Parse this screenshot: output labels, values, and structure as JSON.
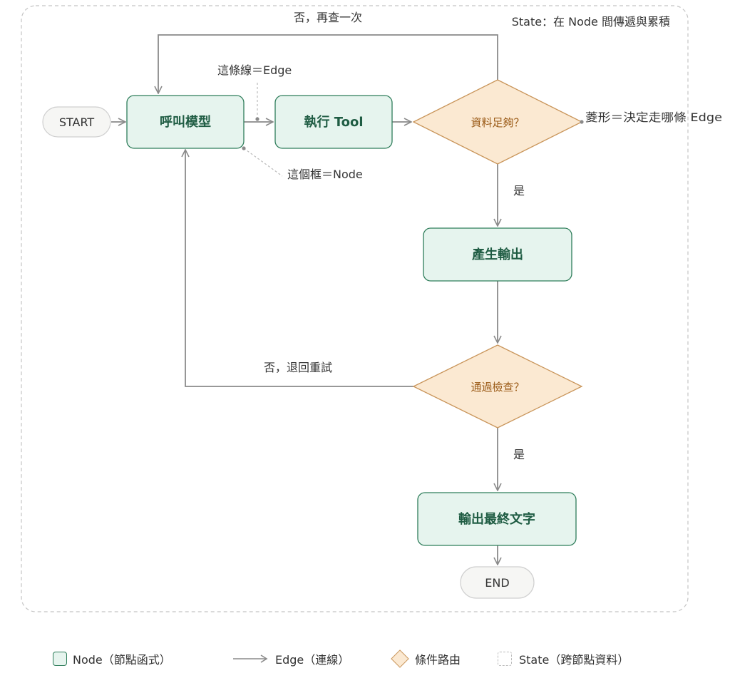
{
  "state_label": "State：在 Node 間傳遞與累積",
  "start": "START",
  "end": "END",
  "nodes": {
    "call_model": "呼叫模型",
    "run_tool": "執行 Tool",
    "produce_output": "產生輸出",
    "final_output": "輸出最終文字"
  },
  "decisions": {
    "enough_data": "資料足夠？",
    "pass_check": "通過檢查？"
  },
  "edge_labels": {
    "loop_again": "否，再查一次",
    "yes_1": "是",
    "retry": "否，退回重試",
    "yes_2": "是"
  },
  "annotations": {
    "edge_note": "這條線＝Edge",
    "node_note": "這個框＝Node",
    "diamond_note": "菱形＝決定走哪條 Edge"
  },
  "legend": {
    "node": "Node（節點函式）",
    "edge": "Edge（連線）",
    "conditional": "條件路由",
    "state": "State（跨節點資料）"
  },
  "colors": {
    "node_fill": "#e6f4ee",
    "node_stroke": "#2e7d5a",
    "node_text": "#1f5c43",
    "diamond_fill": "#fbe9d2",
    "diamond_stroke": "#c9955a",
    "diamond_text": "#9a5a16",
    "edge": "#8a8a8a"
  }
}
